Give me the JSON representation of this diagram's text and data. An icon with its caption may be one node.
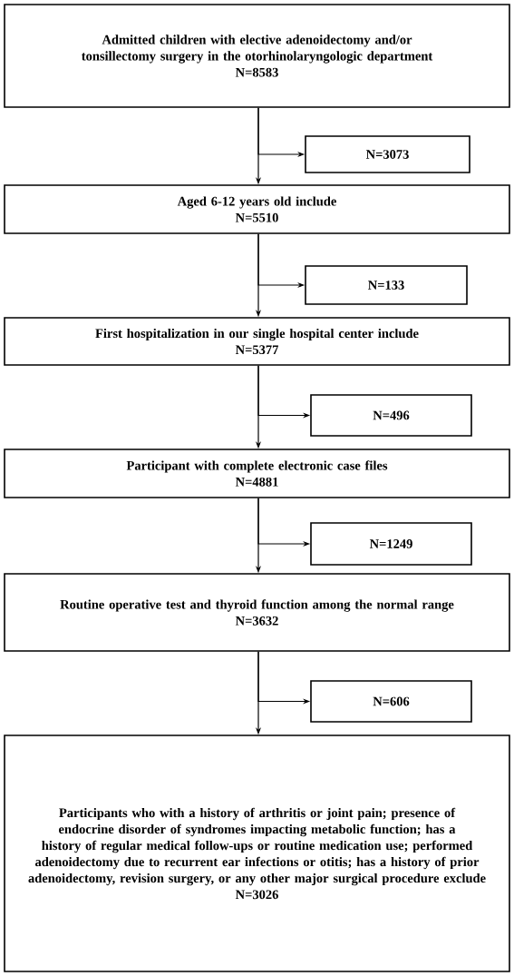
{
  "diagram": {
    "nodes": [
      {
        "text": [
          "Admitted children with elective adenoidectomy and/or tonsillectomy surgery in the otorhinolaryngologic department",
          "N=8583"
        ]
      },
      {
        "text": [
          "N=3073"
        ]
      },
      {
        "text": [
          "Aged 6-12 years old include",
          "N=5510"
        ]
      },
      {
        "text": [
          "N=133"
        ]
      },
      {
        "text": [
          "First hospitalization in our single hospital center include",
          "N=5377"
        ]
      },
      {
        "text": [
          "N=496"
        ]
      },
      {
        "text": [
          "Participant with complete electronic case files",
          "N=4881"
        ]
      },
      {
        "text": [
          "N=1249"
        ]
      },
      {
        "text": [
          "Routine operative test and thyroid function among the normal range",
          "N=3632"
        ]
      },
      {
        "text": [
          "N=606"
        ]
      },
      {
        "text": [
          "Participants who with a history of arthritis or joint pain; presence of endocrine disorder of syndromes impacting metabolic function; has a history of regular medical follow-ups or routine medication use; performed adenoidectomy due to recurrent ear infections or otitis; has a history of prior adenoidectomy, revision surgery, or any other major surgical procedure exclude",
          "N=3026"
        ]
      }
    ],
    "edges": [
      {
        "from": 0,
        "to": 2,
        "arrow": "to"
      },
      {
        "from": 0,
        "to": 1,
        "arrow": "to"
      },
      {
        "from": 2,
        "to": 4,
        "arrow": "to"
      },
      {
        "from": 2,
        "to": 3,
        "arrow": "to"
      },
      {
        "from": 4,
        "to": 6,
        "arrow": "to"
      },
      {
        "from": 4,
        "to": 5,
        "arrow": "to"
      },
      {
        "from": 6,
        "to": 8,
        "arrow": "to"
      },
      {
        "from": 6,
        "to": 7,
        "arrow": "to"
      },
      {
        "from": 8,
        "to": 10,
        "arrow": "to"
      },
      {
        "from": 8,
        "to": 9,
        "arrow": "to"
      }
    ]
  }
}
